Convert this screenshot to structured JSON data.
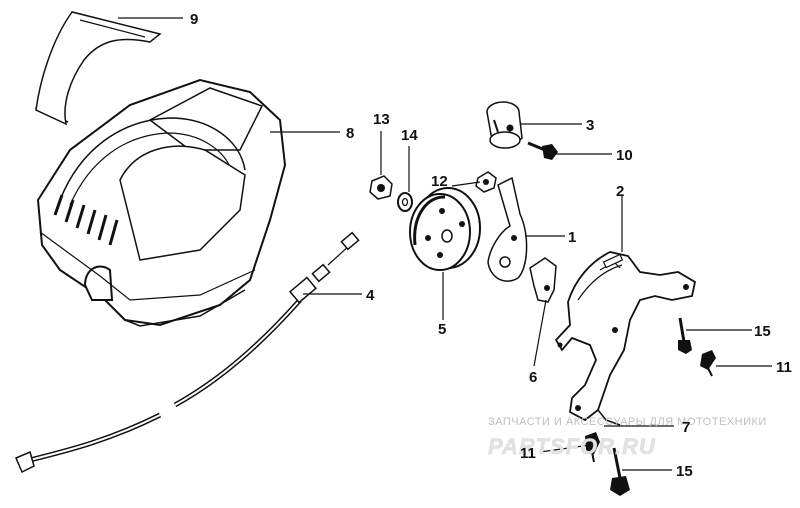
{
  "callouts": [
    "1",
    "2",
    "3",
    "4",
    "5",
    "6",
    "7",
    "8",
    "9",
    "10",
    "11",
    "12",
    "13",
    "14",
    "15"
  ],
  "labels": {
    "l1": "1",
    "l2": "2",
    "l3": "3",
    "l4": "4",
    "l5": "5",
    "l6": "6",
    "l7": "7",
    "l8": "8",
    "l9": "9",
    "l10": "10",
    "l11a": "11",
    "l11b": "11",
    "l12": "12",
    "l13": "13",
    "l14": "14",
    "l15a": "15",
    "l15b": "15"
  },
  "watermark": {
    "line1": "ЗАПЧАСТИ И АКСЕССУАРЫ ДЛЯ МОТОТЕХНИКИ",
    "line2": "PARTSFOR.RU"
  },
  "colors": {
    "ink": "#111111",
    "watermark": "#e2e2e2"
  }
}
